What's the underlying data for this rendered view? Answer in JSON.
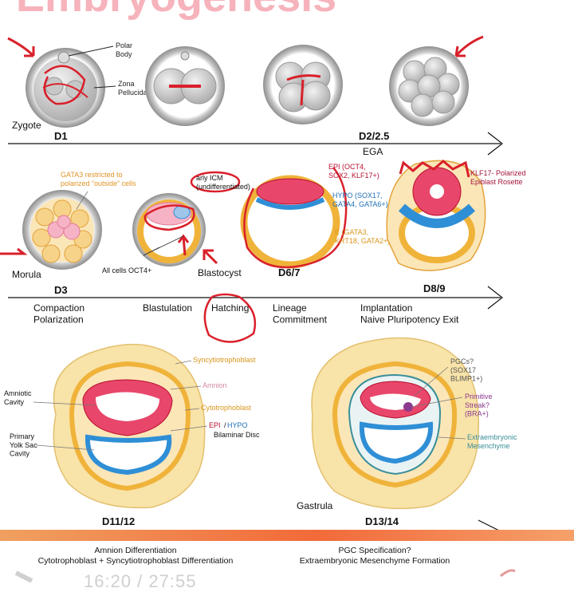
{
  "header": {
    "title": "Embryogenesis"
  },
  "row1": {
    "labels": {
      "polar_body": "Polar\nBody",
      "zona": "Zona\nPellucida",
      "zygote": "Zygote"
    },
    "days": {
      "d1": "D1",
      "d2": "D2/2.5"
    },
    "arrow_label": "EGA"
  },
  "row2": {
    "labels": {
      "gata3": "GATA3 restricted to\npolarized “outside” cells",
      "early_icm": "arly ICM\n(undifferentiated)",
      "epi": "EPI (OCT4,\nSOX2, KLF17+)",
      "hypo": "HYPO (SOX17,\nGATA4, GATA6+)",
      "te": "E (GATA3,\nKRT18, GATA2+)",
      "klf17": "KLF17- Polarized\nEpiblast Rosette",
      "all_oct4": "All cells OCT4+",
      "morula": "Morula",
      "blastocyst": "Blastocyst"
    },
    "days": {
      "d3": "D3",
      "d67": "D6/7",
      "d89": "D8/9"
    },
    "stages": {
      "s1": "Compaction\nPolarization",
      "s2": "Blastulation",
      "s3": "Hatching",
      "s4": "Lineage\nCommitment",
      "s5": "Implantation\nNaive Pluripotency Exit"
    }
  },
  "row3": {
    "labels": {
      "syncytio": "Syncytiotrophoblast",
      "amnion": "Amnion",
      "cyto": "Cytotrophoblast",
      "epi": "EPI",
      "slash": "/",
      "hypo": "HYPO",
      "bilaminar": "Bilaminar Disc",
      "amniotic": "Amniotic\nCavity",
      "yolk": "Primary\nYolk Sac\nCavity",
      "pgcs": "PGCs?\n(SOX17\nBLIMP1+)",
      "streak": "Primitive\nStreak?\n(BRA+)",
      "extra": "Extraembryonic\nMesenchyme",
      "gastrula": "Gastrula"
    },
    "days": {
      "d1112": "D11/12",
      "d1314": "D13/14"
    }
  },
  "captions": {
    "left": "Amnion Differentiation\nCytotrophoblast + Syncytiotrophoblast Differentiation",
    "right": "PGC Specification?\nExtraembryonic Mesenchyme Formation"
  },
  "player": {
    "time": "16:20 / 27:55"
  },
  "colors": {
    "title_pink": "#f6b3bc",
    "annotation_red": "#d9202b",
    "epi_pink": "#e8466a",
    "hypo_blue": "#2f8fd6",
    "tropho_orange": "#f0b33a",
    "syncytio_beige": "#f8e3a8",
    "epi_label": "#b8102f",
    "hypo_label": "#1f6fb8",
    "te_label": "#d9951a",
    "klf_label": "#a3153a",
    "amnion_label": "#d48aa0",
    "primitive_purple": "#8b3a8e",
    "extra_teal": "#3a8f9a"
  }
}
